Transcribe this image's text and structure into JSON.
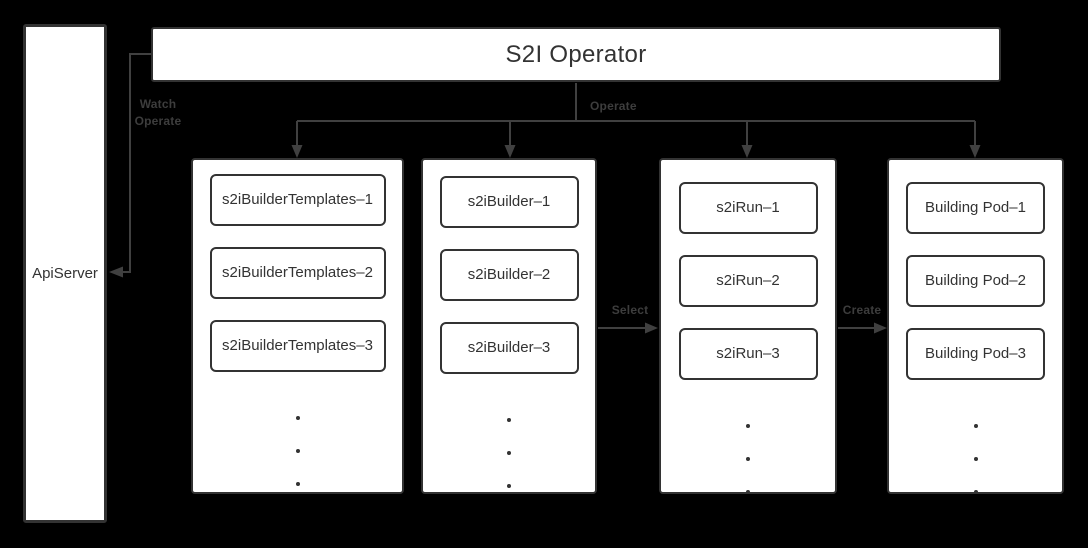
{
  "diagram_title": "S2I Operator",
  "colors": {
    "background": "#000000",
    "box_fill": "#ffffff",
    "box_border": "#333333",
    "line": "#404040",
    "edge_label": "#3d3d3d",
    "node_text": "#333333"
  },
  "api_server": {
    "label": "ApiServer"
  },
  "operator": {
    "title": "S2I Operator"
  },
  "edges": {
    "watch_operate": {
      "line1": "Watch",
      "line2": "Operate"
    },
    "operate_label": "Operate",
    "select_label": "Select",
    "create_label": "Create"
  },
  "columns": [
    {
      "id": "s2i-builder-templates",
      "items": [
        "s2iBuilderTemplates–1",
        "s2iBuilderTemplates–2",
        "s2iBuilderTemplates–3"
      ],
      "ellipsis_dots": 3
    },
    {
      "id": "s2i-builder",
      "items": [
        "s2iBuilder–1",
        "s2iBuilder–2",
        "s2iBuilder–3"
      ],
      "ellipsis_dots": 3
    },
    {
      "id": "s2i-run",
      "items": [
        "s2iRun–1",
        "s2iRun–2",
        "s2iRun–3"
      ],
      "ellipsis_dots": 3
    },
    {
      "id": "building-pod",
      "items": [
        "Building Pod–1",
        "Building Pod–2",
        "Building Pod–3"
      ],
      "ellipsis_dots": 3
    }
  ]
}
